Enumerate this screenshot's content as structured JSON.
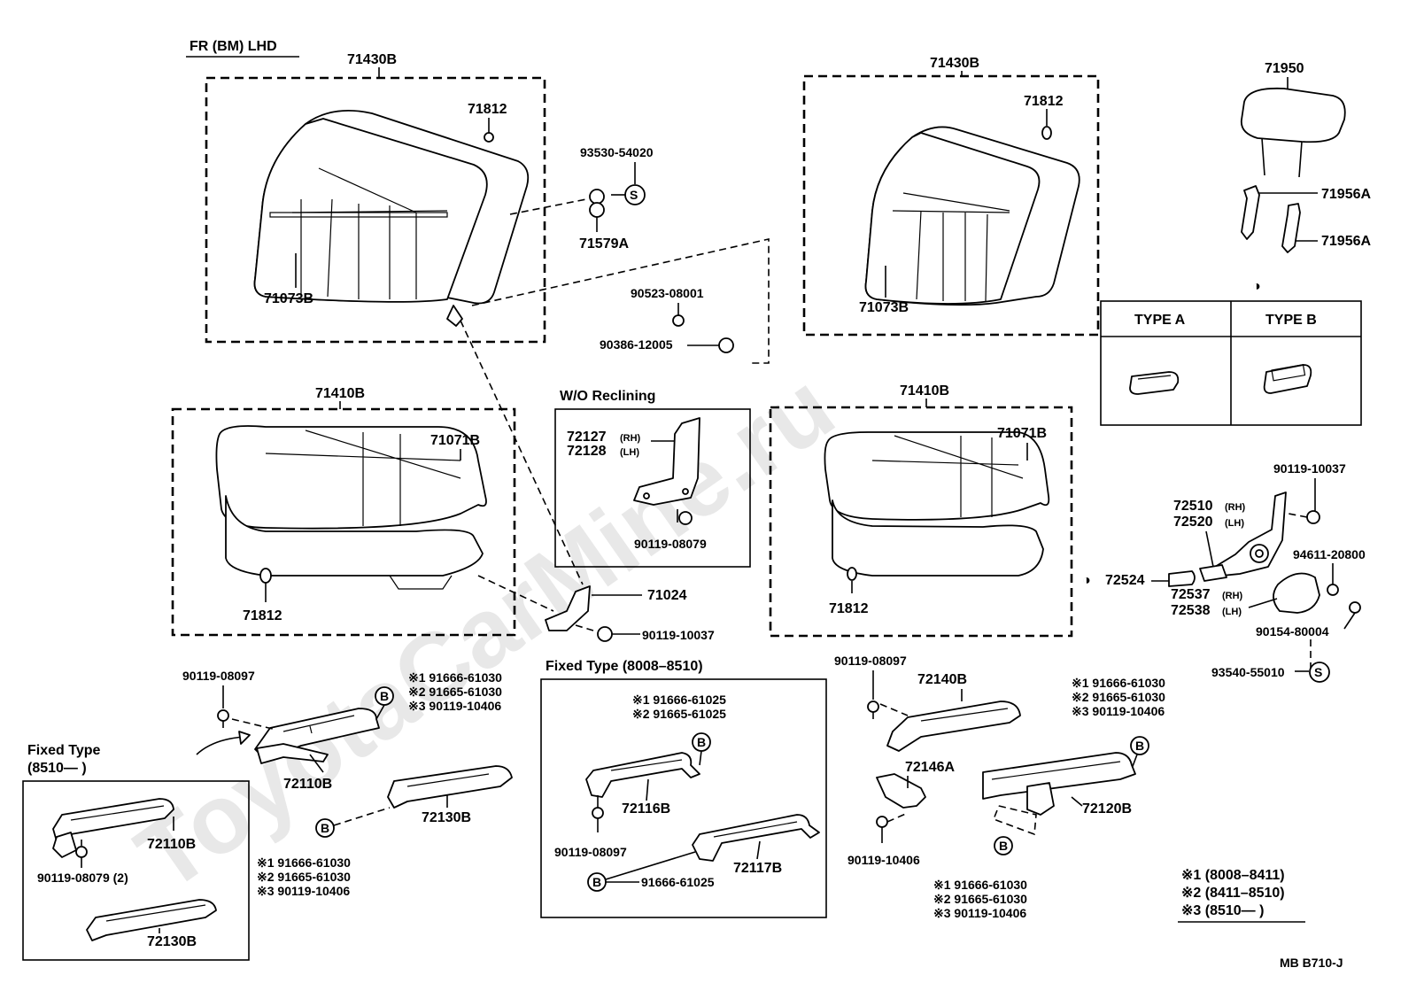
{
  "header": {
    "title": "FR (BM) LHD"
  },
  "footer": {
    "code": "MB  B710-J"
  },
  "watermark": "ToyotaCarMine.ru",
  "legend": {
    "r1": "※1 (8008–8411)",
    "r2": "※2 (8411–8510)",
    "r3": "※3 (8510—      )"
  },
  "symbols": {
    "S": "S",
    "B": "B"
  },
  "type_table": {
    "half_circle": "◑",
    "type_a": "TYPE  A",
    "type_b": "TYPE  B"
  },
  "boxes": {
    "wo_reclining": "W/O Reclining",
    "fixed_type_mid": "Fixed Type  (8008–8510)",
    "fixed_type_left_l1": "Fixed Type",
    "fixed_type_left_l2": "(8510—        )"
  },
  "parts": {
    "p71430B": "71430B",
    "p71812": "71812",
    "p71073B": "71073B",
    "p71410B": "71410B",
    "p71071B": "71071B",
    "p93530_54020": "93530-54020",
    "p71579A": "71579A",
    "p90523_08001": "90523-08001",
    "p90386_12005": "90386-12005",
    "p72127": "72127",
    "p72128": "72128",
    "rh": "(RH)",
    "lh": "(LH)",
    "p90119_08079": "90119-08079",
    "p90119_08079_2": "90119-08079 (2)",
    "p71024": "71024",
    "p90119_10037": "90119-10037",
    "p71950": "71950",
    "p71956A": "71956A",
    "p72510": "72510",
    "p72520": "72520",
    "p72524": "72524",
    "p72537": "72537",
    "p72538": "72538",
    "p94611_20800": "94611-20800",
    "p90154_80004": "90154-80004",
    "p93540_55010": "93540-55010",
    "p90119_08097": "90119-08097",
    "p72110B": "72110B",
    "p72130B": "72130B",
    "p72116B": "72116B",
    "p72117B": "72117B",
    "p72140B": "72140B",
    "p72146A": "72146A",
    "p72120B": "72120B",
    "p90119_10406": "90119-10406",
    "p91666_61025": "91666-61025"
  },
  "notes": {
    "a1": "※1  91666-61030",
    "a2": "※2  91665-61030",
    "a3": "※3  90119-10406",
    "m1": "※1  91666-61025",
    "m2": "※2  91665-61025"
  }
}
